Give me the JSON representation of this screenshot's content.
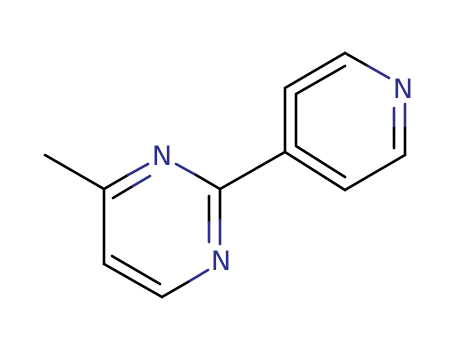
{
  "molecule": {
    "atoms": [
      {
        "id": "n_pyrimidine_1",
        "symbol": "N"
      },
      {
        "id": "n_pyrimidine_3",
        "symbol": "N"
      },
      {
        "id": "n_pyridine",
        "symbol": "N"
      }
    ],
    "colors": {
      "bond": "#000000",
      "heteroatom": "#2b2e8a",
      "background": "#ffffff"
    }
  }
}
